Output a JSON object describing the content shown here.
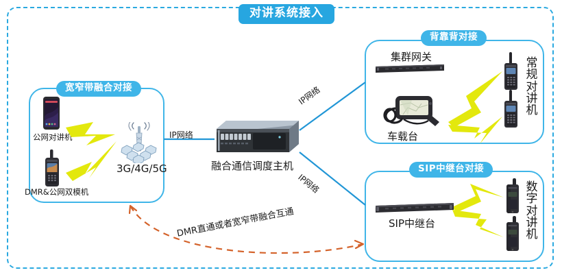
{
  "diagram": {
    "title": "对讲系统接入",
    "accent_blue": "#27a6e0",
    "panel_blue": "#3fb5e8",
    "link_blue": "#2196d6",
    "bolt_yellow": "#e3e80d",
    "dashed_orange": "#d4622a"
  },
  "panels": {
    "left": {
      "header": "宽窄带融合对接",
      "devices": {
        "phone_label": "公网对讲机",
        "dmr_label": "DMR&公网双模机",
        "tower_label": "3G/4G/5G"
      }
    },
    "top_right": {
      "header": "背靠背对接",
      "devices": {
        "gateway_label": "集群网关",
        "vehicle_label": "车载台",
        "radios_label": "常规对讲机"
      }
    },
    "bottom_right": {
      "header": "SIP中继台对接",
      "devices": {
        "repeater_label": "SIP中继台",
        "radios_label": "数字对讲机"
      }
    }
  },
  "center": {
    "server_label": "融合通信调度主机"
  },
  "links": {
    "ip_left": "IP网络",
    "ip_upper": "IP网络",
    "ip_lower": "IP网络",
    "dmr_direct": "DMR直通或者宽窄带融合互通"
  }
}
